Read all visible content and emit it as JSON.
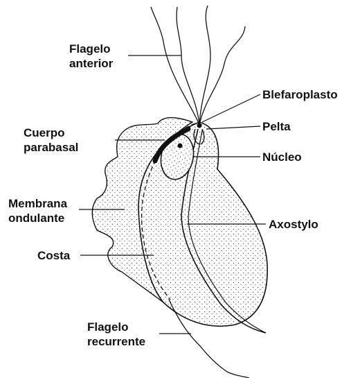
{
  "diagram": {
    "labels": {
      "flagelo_anterior": [
        "Flagelo",
        "anterior"
      ],
      "blefaroplasto": "Blefaroplasto",
      "pelta": "Pelta",
      "cuerpo_parabasal": [
        "Cuerpo",
        "parabasal"
      ],
      "nucleo": "Núcleo",
      "membrana_ondulante": [
        "Membrana",
        "ondulante"
      ],
      "axostylo": "Axostylo",
      "costa": "Costa",
      "flagelo_recurrente": [
        "Flagelo",
        "recurrente"
      ]
    },
    "colors": {
      "ink": "#111111",
      "background": "#ffffff",
      "cell_fill": "#e9e9e9",
      "stipple": "#444444"
    }
  }
}
